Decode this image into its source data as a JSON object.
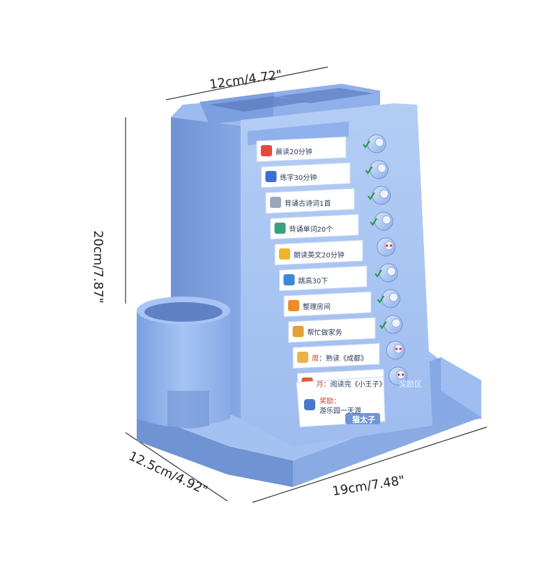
{
  "dimensions": {
    "width_top": "12cm/4.72\"",
    "height_left": "20cm/7.87\"",
    "depth_bottom_left": "12.5cm/4.92\"",
    "width_bottom_right": "19cm/7.48\""
  },
  "tasks": [
    {
      "label": "晨读20分钟",
      "icon": "book-icon",
      "done": true
    },
    {
      "label": "练字30分钟",
      "icon": "pen-icon",
      "done": true
    },
    {
      "label": "背诵古诗词1首",
      "icon": "document-icon",
      "done": true
    },
    {
      "label": "背诵单词20个",
      "icon": "door-icon",
      "done": true
    },
    {
      "label": "朗读英文20分钟",
      "icon": "sun-icon",
      "done": false
    },
    {
      "label": "跳高30下",
      "icon": "running-person-icon",
      "done": true
    },
    {
      "label": "整理房间",
      "icon": "house-icon",
      "done": true
    },
    {
      "label": "帮忙做家务",
      "icon": "broom-icon",
      "done": true
    },
    {
      "label": "周：熟读《成都》",
      "prefix": "周",
      "rest": "：熟读《成都》",
      "icon": "notebook-icon",
      "done": false
    },
    {
      "label": "月：阅读完《小王子》",
      "prefix": "月",
      "rest": "：阅读完《小王子》",
      "icon": "medal-icon",
      "done": false
    }
  ],
  "reward": {
    "title": "奖励区",
    "line1": "奖励：",
    "line2": "游乐园一天游"
  },
  "brand": "猫太子",
  "colors": {
    "body": "#8fb2ea",
    "body_dark": "#6f95d6",
    "panel": "#a9c6f2",
    "slot": "#ffffff",
    "check": "#2c9a48",
    "pending": "#d23b3b"
  }
}
